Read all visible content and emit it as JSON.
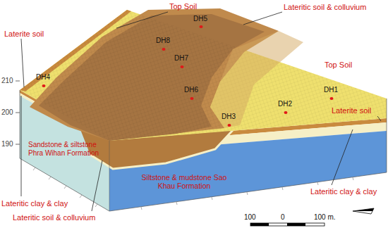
{
  "diagram": {
    "labels": [
      "Top Soil",
      "Lateritic soil & colluvium",
      "Laterite soil",
      "DH8",
      "DH7",
      "DH5",
      "DH6",
      "DH3",
      "DH4",
      "DH2",
      "Top Soil",
      "DH1",
      "Laterite soil",
      "210",
      "200",
      "190",
      "Sandstone & siltstone Phra Wihan Formation",
      "Siltstone & mudstone Sao Khau Formation",
      "Lateritic clay & clay",
      "Lateritic clay & clay",
      "Lateritic soil & colluvium",
      "100",
      "0",
      "100 m."
    ]
  }
}
